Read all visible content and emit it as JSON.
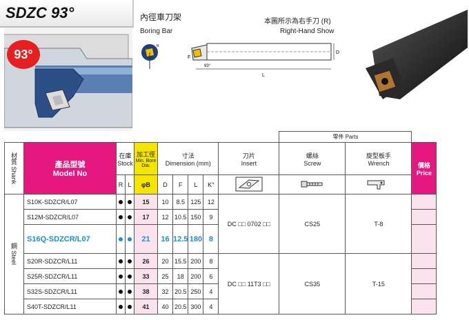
{
  "header": {
    "title": "SDZC 93°",
    "angle_badge": "93°",
    "name_cn": "內徑車刀架",
    "name_en": "Boring Bar",
    "note_cn": "本圖所示為右手刀 (R)",
    "note_en": "Right-Hand Show",
    "dim_labels": {
      "F": "F",
      "D": "D",
      "L": "L",
      "K": "93°"
    }
  },
  "table": {
    "parts_header": "零件 Parts",
    "columns": {
      "shank_cn": "材質",
      "shank_en": "Shank",
      "model_cn": "產品型號",
      "model_en": "Model No",
      "stock_cn": "在庫",
      "stock_en": "Stock",
      "bore_cn": "加工徑",
      "bore_en1": "Min. Bore",
      "bore_en2": "Dia.",
      "dim_cn": "寸法",
      "dim_en": "Dimension (mm)",
      "insert_cn": "刀片",
      "insert_en": "Insert",
      "screw_cn": "螺絲",
      "screw_en": "Screw",
      "wrench_cn": "旋型板手",
      "wrench_en": "Wrench",
      "price_cn": "價格",
      "price_en": "Price"
    },
    "subheaders": {
      "R": "R",
      "L": "L",
      "phiB": "φB",
      "D": "D",
      "F": "F",
      "L2": "L",
      "K": "K°"
    },
    "shank_material": "鋼 Steel",
    "rows": [
      {
        "model": "S10K-SDZCR/L07",
        "B": "15",
        "D": "10",
        "F": "8.5",
        "L": "125",
        "K": "12",
        "highlight": false
      },
      {
        "model": "S12M-SDZCR/L07",
        "B": "17",
        "D": "12",
        "F": "10.5",
        "L": "150",
        "K": "9",
        "highlight": false
      },
      {
        "model": "S16Q-SDZCR/L07",
        "B": "21",
        "D": "16",
        "F": "12.5",
        "L": "180",
        "K": "8",
        "highlight": true
      },
      {
        "model": "S20R-SDZCR/L11",
        "B": "26",
        "D": "20",
        "F": "15.5",
        "L": "200",
        "K": "8",
        "highlight": false
      },
      {
        "model": "S25R-SDZCR/L11",
        "B": "33",
        "D": "25",
        "F": "18",
        "L": "200",
        "K": "6",
        "highlight": false
      },
      {
        "model": "S32S-SDZCR/L11",
        "B": "38",
        "D": "32",
        "F": "20.5",
        "L": "250",
        "K": "4",
        "highlight": false
      },
      {
        "model": "S40T-SDZCR/L11",
        "B": "41",
        "D": "40",
        "F": "20.5",
        "L": "300",
        "K": "4",
        "highlight": false
      }
    ],
    "groups": [
      {
        "insert": "DC □□ 0702 □□",
        "screw": "CS25",
        "wrench": "T-8"
      },
      {
        "insert": "DC □□ 11T3 □□",
        "screw": "CS35",
        "wrench": "T-15"
      }
    ]
  },
  "colors": {
    "accent": "#e6187f",
    "highlight": "#1a8fd6",
    "bore_bg": "#f4e500",
    "light_pink": "#fbe3ee"
  }
}
